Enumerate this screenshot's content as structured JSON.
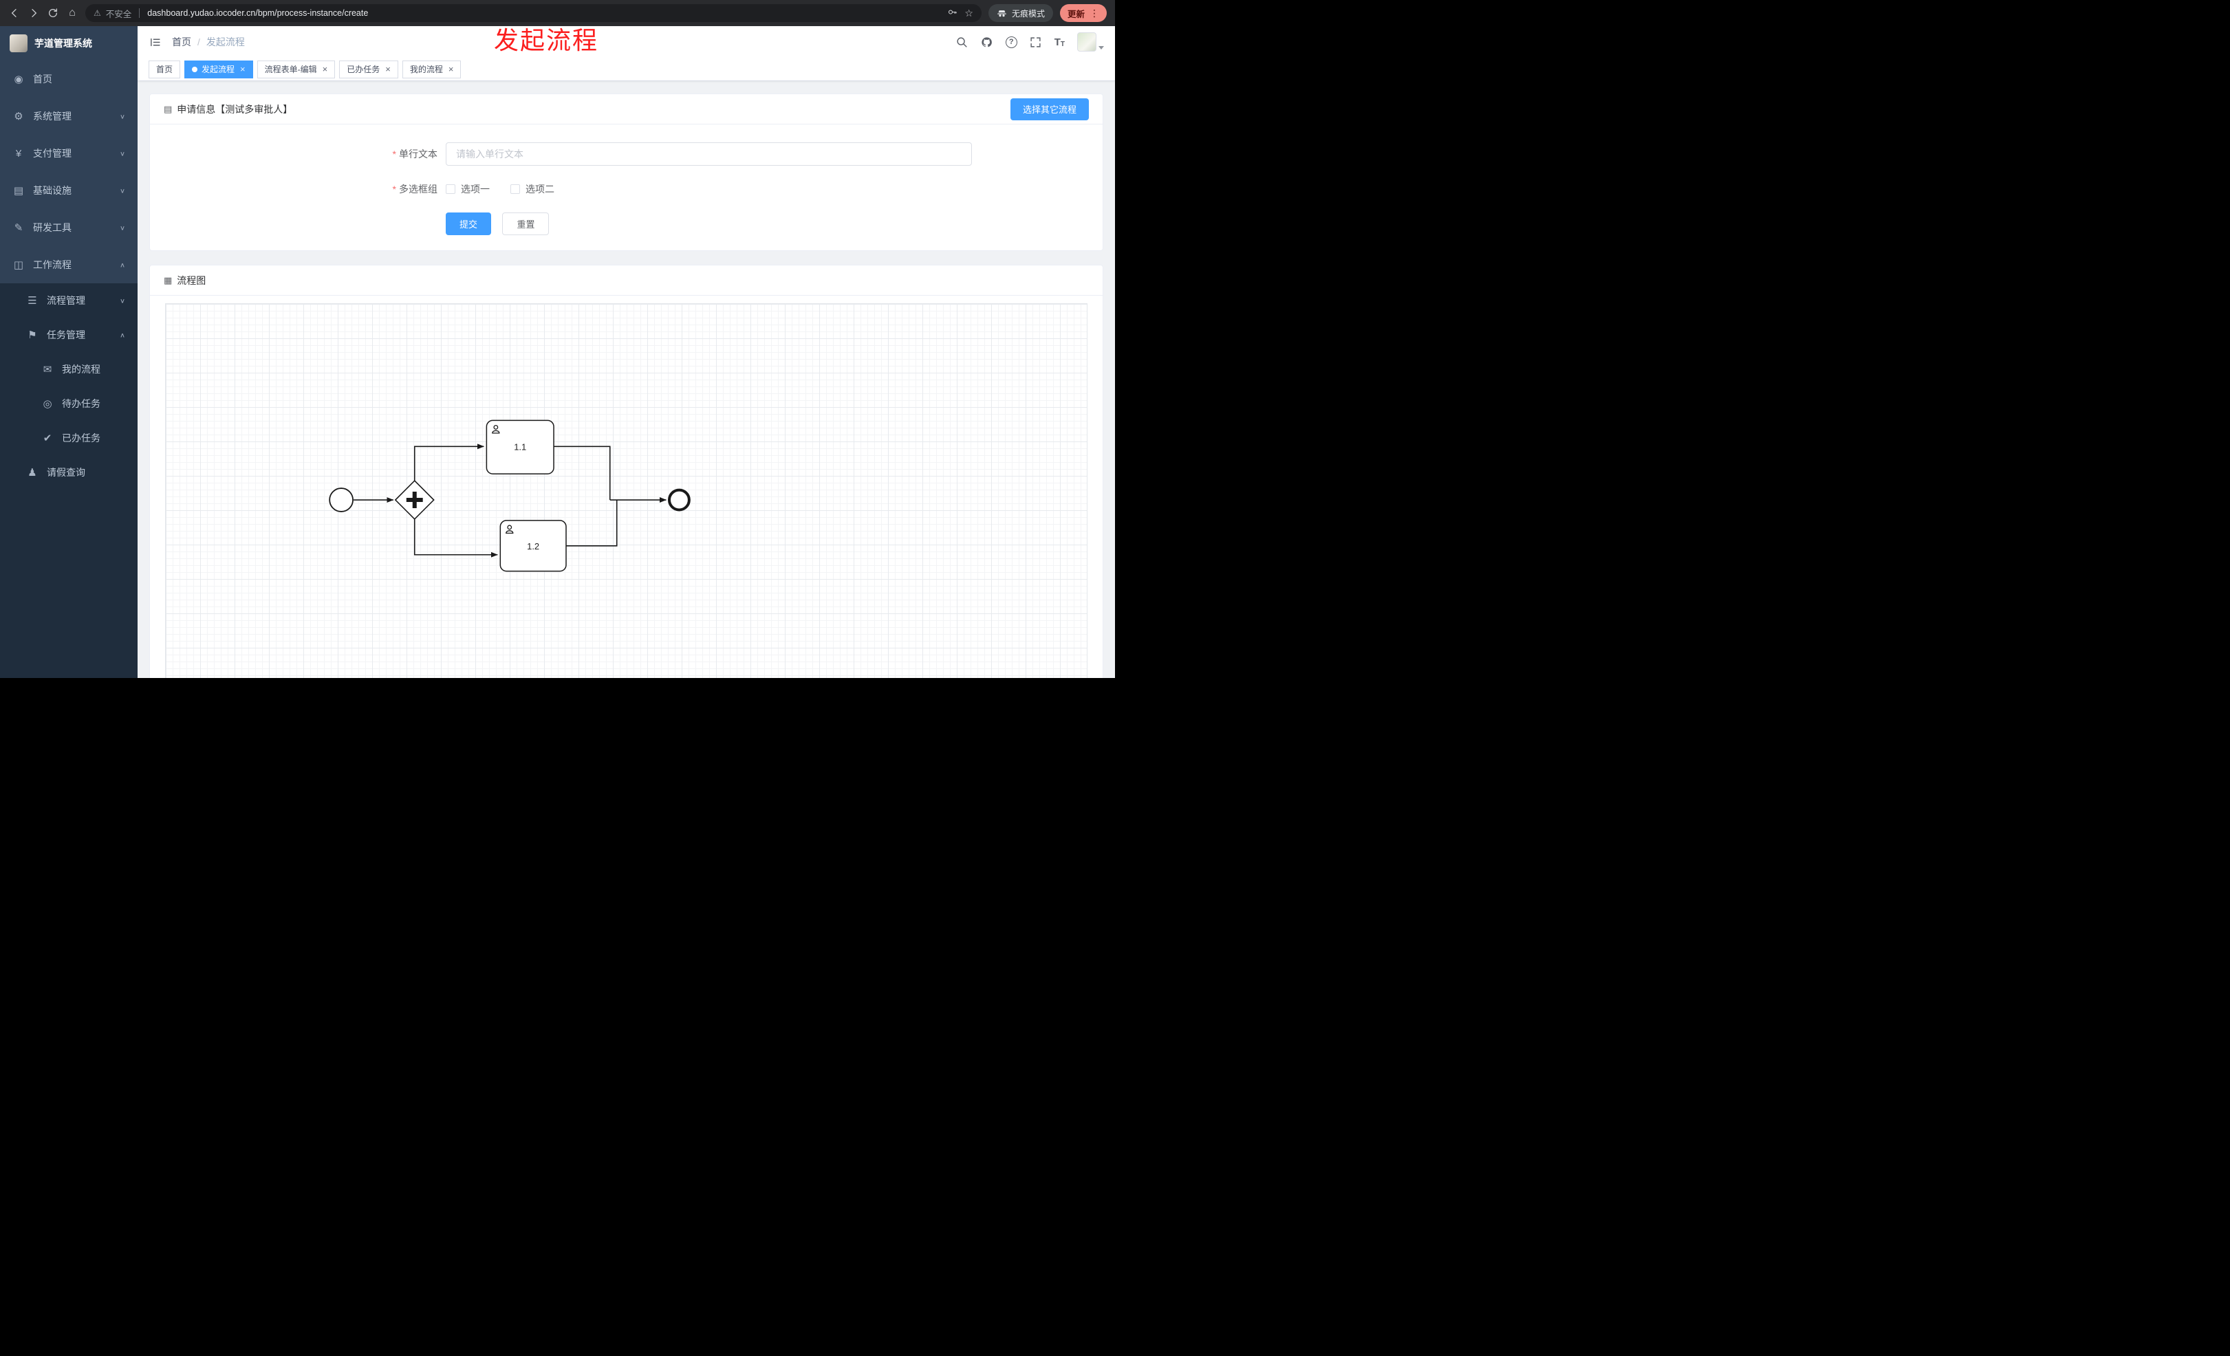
{
  "browser": {
    "security_label": "不安全",
    "url": "dashboard.yudao.iocoder.cn/bpm/process-instance/create",
    "incognito_label": "无痕模式",
    "update_label": "更新",
    "menu_glyph": "⋮",
    "star_glyph": "☆",
    "warning_glyph": "⚠",
    "home_glyph": "⌂"
  },
  "annotation": {
    "text": "发起流程"
  },
  "app": {
    "title": "芋道管理系统"
  },
  "breadcrumb": {
    "items": [
      "首页",
      "发起流程"
    ],
    "separator": "/"
  },
  "header_icons": {
    "help_glyph": "?",
    "font_big_glyph": "T",
    "font_small_glyph": "T"
  },
  "tabs": {
    "close_glyph": "×",
    "items": [
      {
        "label": "首页",
        "active": false,
        "closable": false
      },
      {
        "label": "发起流程",
        "active": true,
        "closable": true
      },
      {
        "label": "流程表单-编辑",
        "active": false,
        "closable": true
      },
      {
        "label": "已办任务",
        "active": false,
        "closable": true
      },
      {
        "label": "我的流程",
        "active": false,
        "closable": true
      }
    ]
  },
  "sidebar": {
    "items": [
      {
        "label": "首页",
        "icon": "dashboard-icon",
        "glyph": "◉"
      },
      {
        "label": "系统管理",
        "icon": "gear-icon",
        "glyph": "⚙",
        "chevron": "∨"
      },
      {
        "label": "支付管理",
        "icon": "yen-icon",
        "glyph": "¥",
        "chevron": "∨"
      },
      {
        "label": "基础设施",
        "icon": "monitor-icon",
        "glyph": "▤",
        "chevron": "∨"
      },
      {
        "label": "研发工具",
        "icon": "tools-icon",
        "glyph": "✎",
        "chevron": "∨"
      },
      {
        "label": "工作流程",
        "icon": "workflow-icon",
        "glyph": "◫",
        "chevron": "∧"
      },
      {
        "label": "流程管理",
        "icon": "list-icon",
        "glyph": "☰",
        "chevron": "∨"
      },
      {
        "label": "任务管理",
        "icon": "flag-icon",
        "glyph": "⚑",
        "chevron": "∧"
      },
      {
        "label": "我的流程",
        "icon": "message-icon",
        "glyph": "✉"
      },
      {
        "label": "待办任务",
        "icon": "eye-icon",
        "glyph": "◎"
      },
      {
        "label": "已办任务",
        "icon": "check-icon",
        "glyph": "✔"
      },
      {
        "label": "请假查询",
        "icon": "user-icon",
        "glyph": "♟"
      }
    ]
  },
  "apply_card": {
    "title": "申请信息【测试多审批人】",
    "title_icon_glyph": "▤",
    "choose_other_label": "选择其它流程",
    "field_text": {
      "label": "单行文本",
      "required_mark": "*",
      "placeholder": "请输入单行文本",
      "value": ""
    },
    "field_checkbox": {
      "label": "多选框组",
      "required_mark": "*",
      "options": [
        "选项一",
        "选项二"
      ]
    },
    "submit_label": "提交",
    "reset_label": "重置"
  },
  "diagram_card": {
    "title": "流程图",
    "title_icon_glyph": "▦",
    "tasks": [
      {
        "label": "1.1"
      },
      {
        "label": "1.2"
      }
    ]
  },
  "colors": {
    "primary": "#409eff",
    "annotation_red": "#fb1f1f",
    "sidebar_bg": "#304156",
    "submenu_bg": "#1f2d3d"
  }
}
